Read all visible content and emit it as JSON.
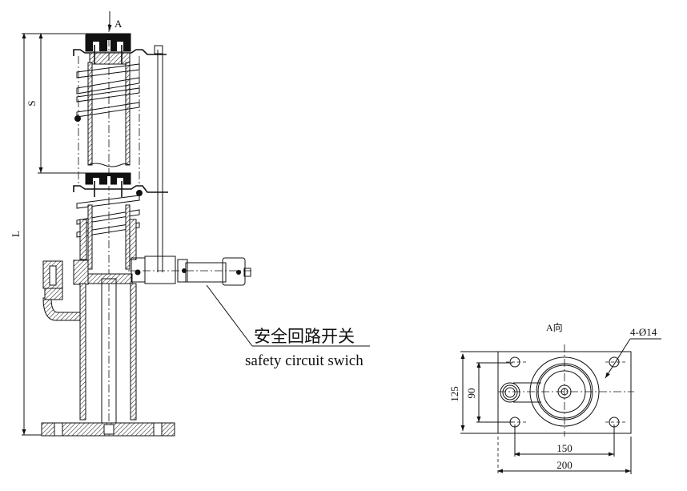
{
  "drawing": {
    "type": "hydraulic buffer engineering drawing",
    "side_view": {
      "view_arrow_label": "A",
      "dimension_labels": {
        "stroke": "S",
        "length": "L"
      }
    },
    "callout": {
      "label_cn": "安全回路开关",
      "label_en": "safety circuit swich"
    },
    "top_view": {
      "title": "A向",
      "hole_spec": "4-Ø14",
      "dimensions": {
        "height_outer": "125",
        "height_inner": "90",
        "width_inner": "150",
        "width_outer": "200"
      }
    }
  }
}
